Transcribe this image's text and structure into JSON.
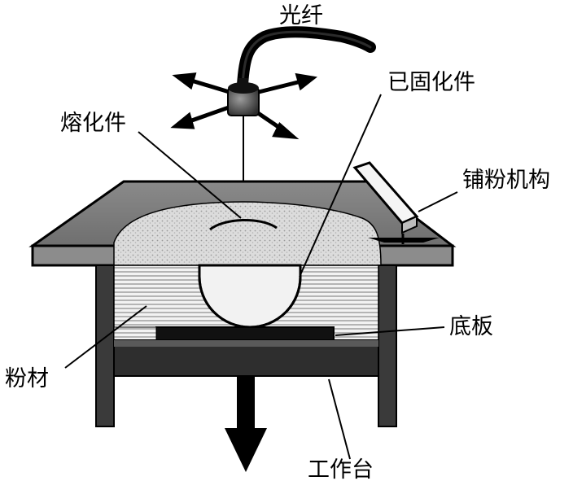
{
  "labels": {
    "fiber": "光纤",
    "solidified_part": "已固化件",
    "melting_part": "熔化件",
    "powder_spreader": "铺粉机构",
    "base_plate": "底板",
    "powder": "粉材",
    "worktable": "工作台"
  }
}
